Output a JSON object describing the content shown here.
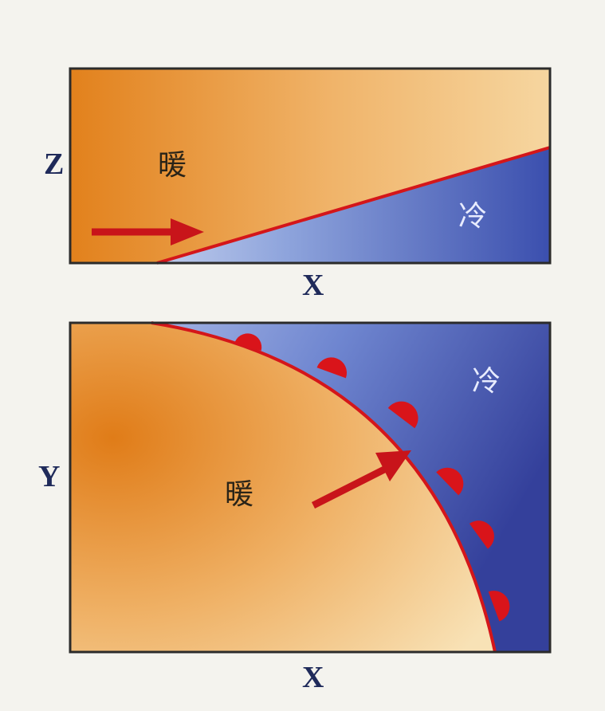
{
  "top_panel": {
    "vertical_axis": "Z",
    "horizontal_axis": "X",
    "warm_label": "暖",
    "cold_label": "冷"
  },
  "bottom_panel": {
    "vertical_axis": "Y",
    "horizontal_axis": "X",
    "warm_label": "暖",
    "cold_label": "冷"
  },
  "colors": {
    "warm_dark": "#e07f1a",
    "warm_light": "#f6dcaa",
    "cold_dark": "#3a49a8",
    "cold_light": "#c9d4ef",
    "front_line": "#d4161a",
    "frame": "#2b2b2b"
  }
}
